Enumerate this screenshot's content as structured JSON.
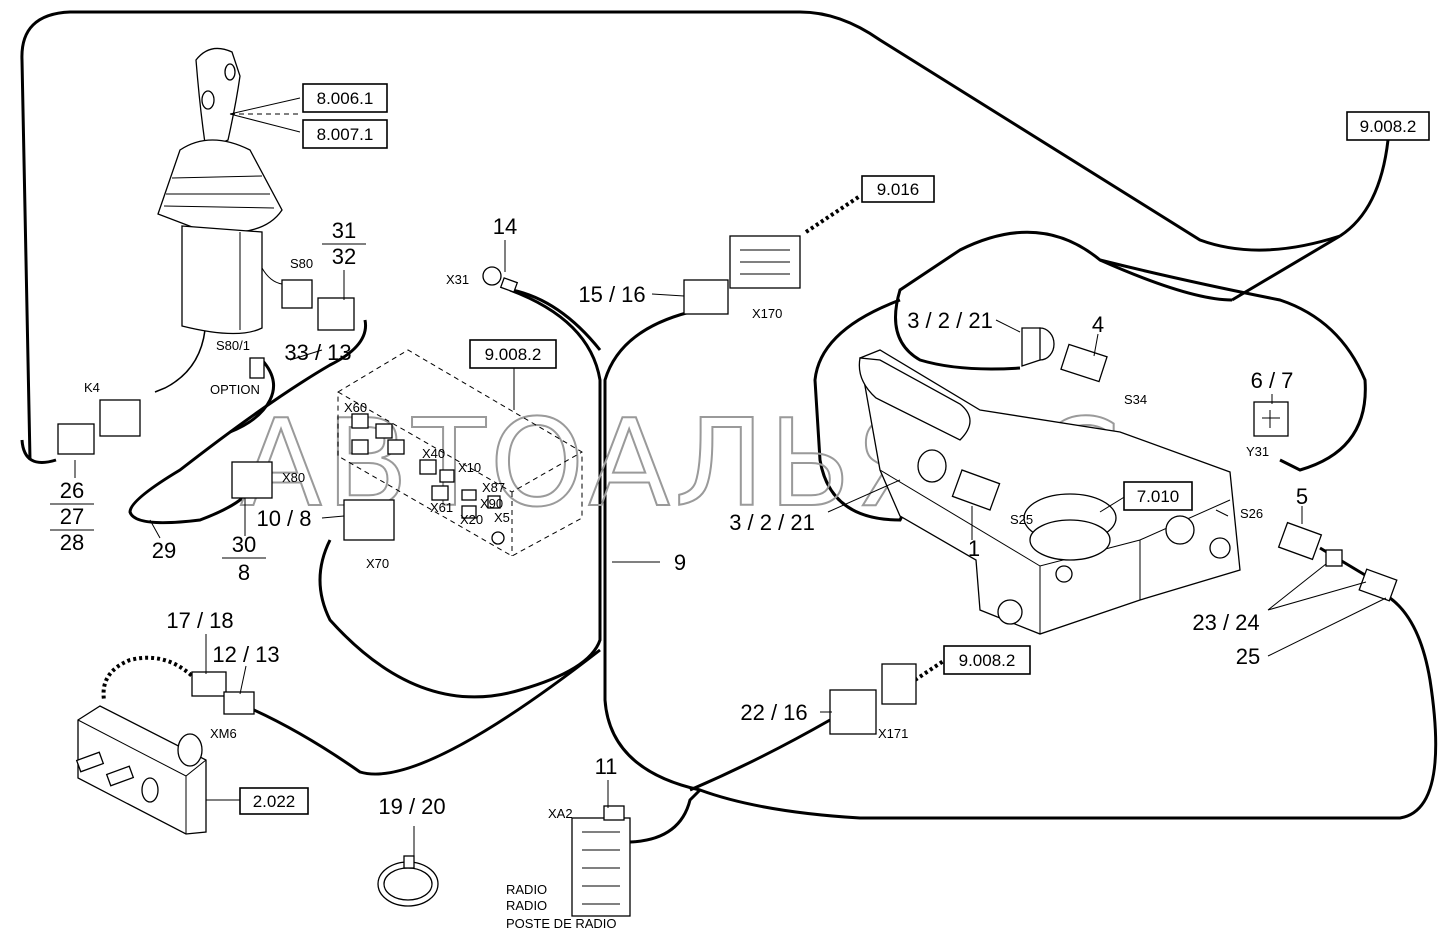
{
  "watermark": "АВТОАЛЬЯНС",
  "refs": {
    "r8006": "8.006.1",
    "r8007": "8.007.1",
    "r9008a": "9.008.2",
    "r9016": "9.016",
    "r9008b": "9.008.2",
    "r7010": "7.010",
    "r9008c": "9.008.2",
    "r2022": "2.022"
  },
  "numbers": {
    "n14": "14",
    "n15_16": "15 / 16",
    "n31": "31",
    "n32": "32",
    "n33_13": "33 / 13",
    "n26": "26",
    "n27": "27",
    "n28": "28",
    "n29": "29",
    "n30": "30",
    "n8": "8",
    "n10_8": "10 / 8",
    "n9": "9",
    "n3_2_21a": "3 / 2 / 21",
    "n4": "4",
    "n6_7": "6 / 7",
    "n3_2_21b": "3 / 2 / 21",
    "n1": "1",
    "n5": "5",
    "n23_24": "23 / 24",
    "n25": "25",
    "n17_18": "17 / 18",
    "n12_13": "12 / 13",
    "n22_16": "22 / 16",
    "n11": "11",
    "n19_20": "19 / 20"
  },
  "codes": {
    "s80": "S80",
    "s80_1": "S80/1",
    "option": "OPTION",
    "k4": "K4",
    "x31": "X31",
    "x170": "X170",
    "x80": "X80",
    "x70": "X70",
    "s34": "S34",
    "y31": "Y31",
    "s25": "S25",
    "s26": "S26",
    "xm6": "XM6",
    "x171": "X171",
    "xa2": "XA2",
    "radio1": "RADIO",
    "radio2": "RADIO",
    "radio3": "POSTE DE RADIO",
    "box_x60": "X60",
    "box_x40": "X40",
    "box_x10": "X10",
    "box_x87": "X87",
    "box_x90": "X90",
    "box_x5": "X5",
    "box_x61": "X61",
    "box_x20": "X20"
  }
}
